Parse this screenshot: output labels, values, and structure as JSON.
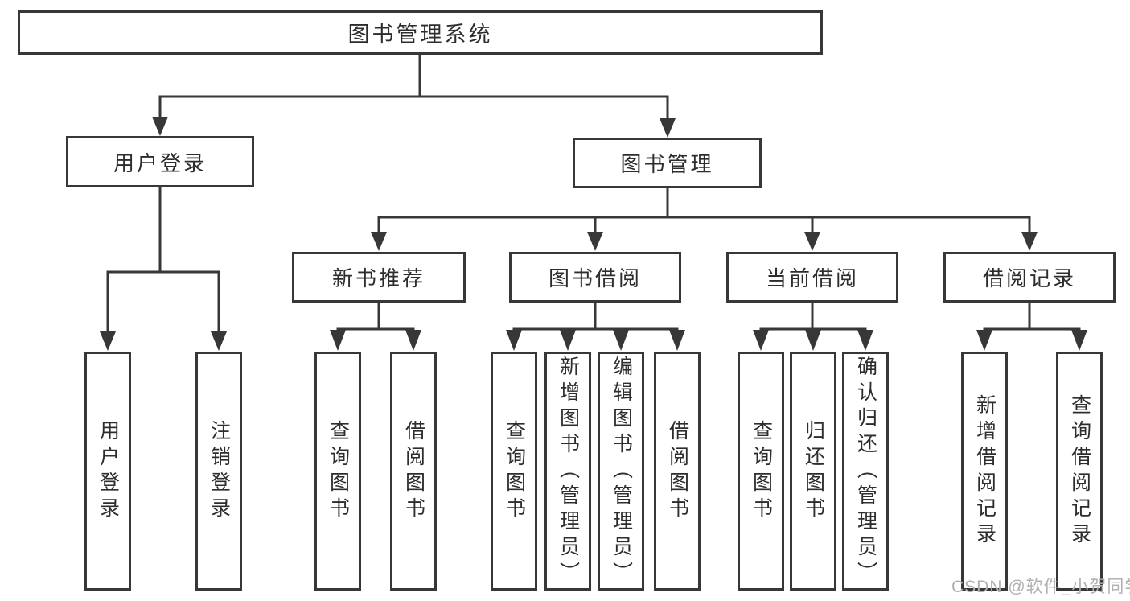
{
  "diagram": {
    "root": {
      "label": "图书管理系统"
    },
    "branches": [
      {
        "label": "用户登录",
        "children": [
          {
            "label": "用户登录"
          },
          {
            "label": "注销登录"
          }
        ]
      },
      {
        "label": "图书管理",
        "children": [
          {
            "label": "新书推荐",
            "children": [
              {
                "label": "查询图书"
              },
              {
                "label": "借阅图书"
              }
            ]
          },
          {
            "label": "图书借阅",
            "children": [
              {
                "label": "查询图书"
              },
              {
                "label": "新增图书（管理员）"
              },
              {
                "label": "编辑图书（管理员）"
              },
              {
                "label": "借阅图书"
              }
            ]
          },
          {
            "label": "当前借阅",
            "children": [
              {
                "label": "查询图书"
              },
              {
                "label": "归还图书"
              },
              {
                "label": "确认归还（管理员）"
              }
            ]
          },
          {
            "label": "借阅记录",
            "children": [
              {
                "label": "新增借阅记录"
              },
              {
                "label": "查询借阅记录"
              }
            ]
          }
        ]
      }
    ]
  },
  "watermark": {
    "text": "CSDN @软件_小贺同学"
  },
  "colors": {
    "line": "#373737",
    "box_border": "#373737",
    "box_fill": "#ffffff",
    "text": "#2d2d2d",
    "watermark": "#b0b0b0",
    "background": "#ffffff"
  }
}
